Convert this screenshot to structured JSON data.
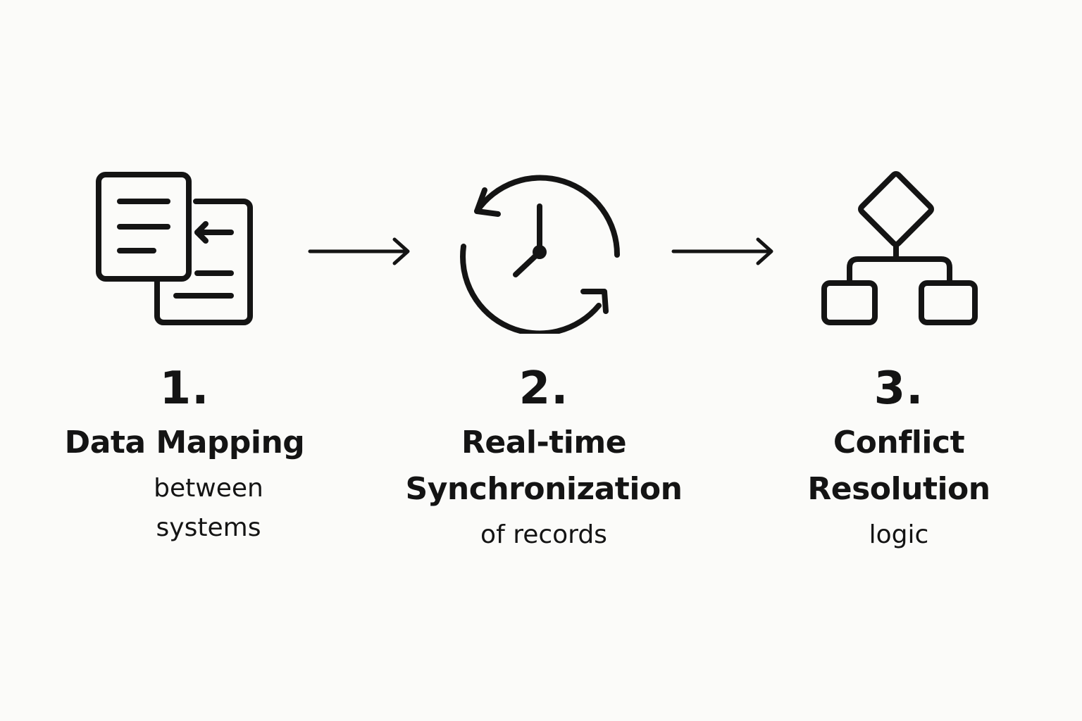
{
  "diagram": {
    "steps": [
      {
        "number": "1.",
        "title": "Data Mapping",
        "description": "between systems",
        "icon": "documents-mapping-icon"
      },
      {
        "number": "2.",
        "title": "Real-time Synchronization",
        "description": "of records",
        "icon": "clock-sync-icon"
      },
      {
        "number": "3.",
        "title": "Conflict Resolution",
        "description": "logic",
        "icon": "decision-tree-icon"
      }
    ],
    "connectors": [
      "arrow-right-icon",
      "arrow-right-icon"
    ],
    "colors": {
      "background": "#fbfbf9",
      "ink": "#141414"
    }
  }
}
